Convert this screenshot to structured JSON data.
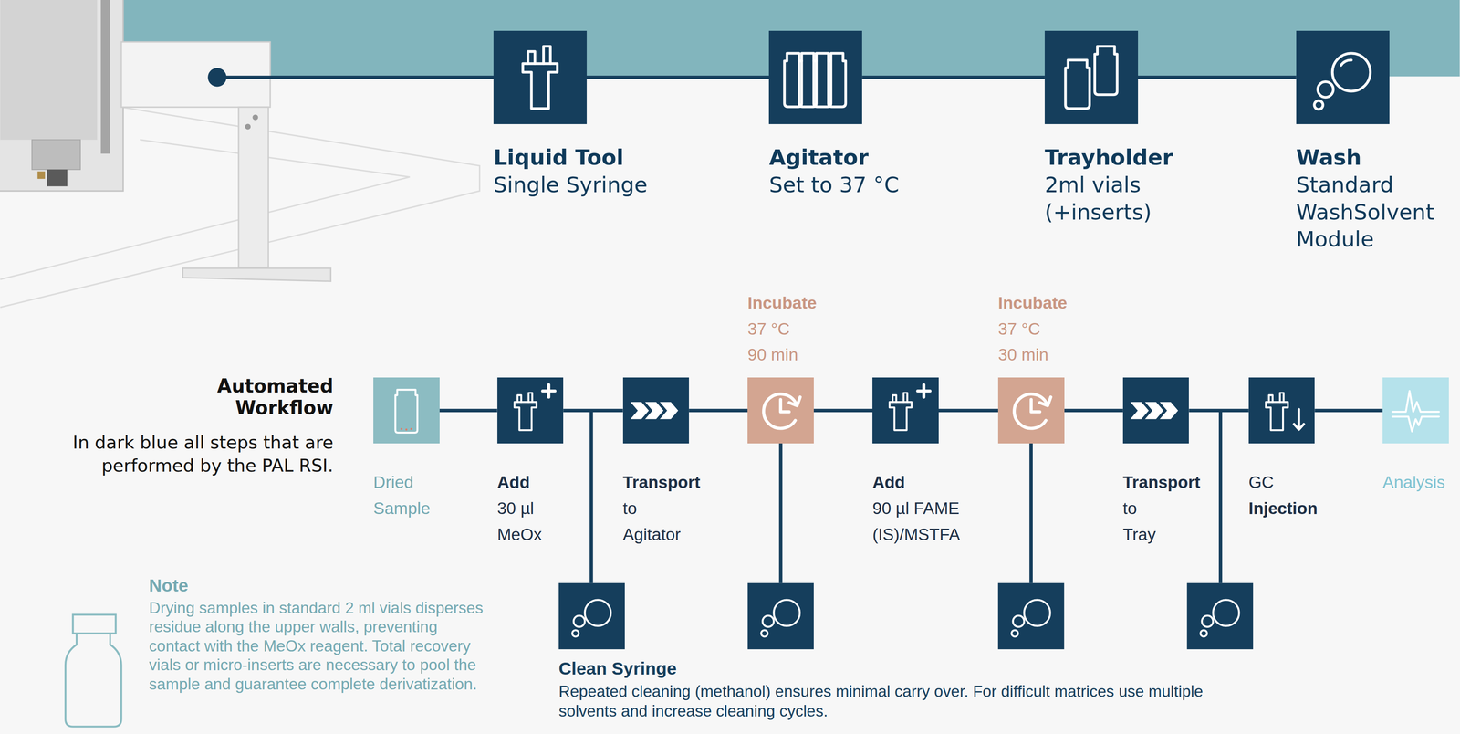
{
  "diagram": {
    "nodes": [
      {
        "text": [
          "Liquid Tool",
          "Single Syringe"
        ]
      },
      {
        "text": [
          "Agitator",
          "Set to 37 °C"
        ]
      },
      {
        "text": [
          "Trayholder",
          "2ml vials (+inserts)"
        ]
      },
      {
        "text": [
          "Wash",
          "Standard WashSolvent Module"
        ]
      },
      {
        "text": [
          "Dried Sample"
        ]
      },
      {
        "text": [
          "Add",
          "30 µl MeOx"
        ]
      },
      {
        "text": [
          "Transport",
          "to Agitator"
        ]
      },
      {
        "text": [
          "Incubate",
          "37 °C 90 min"
        ]
      },
      {
        "text": [
          "Add",
          "90 µl FAME (IS)/MSTFA"
        ]
      },
      {
        "text": [
          "Incubate",
          "37 °C 30 min"
        ]
      },
      {
        "text": [
          "Transport",
          "to Tray"
        ]
      },
      {
        "text": [
          "GC",
          "Injection"
        ]
      },
      {
        "text": [
          "Analysis"
        ]
      }
    ],
    "edges": [
      {
        "from": 0,
        "to": 1,
        "arrow": "none"
      },
      {
        "from": 1,
        "to": 2,
        "arrow": "none"
      },
      {
        "from": 2,
        "to": 3,
        "arrow": "none"
      },
      {
        "from": 4,
        "to": 5,
        "arrow": "none"
      },
      {
        "from": 5,
        "to": 6,
        "arrow": "none"
      },
      {
        "from": 6,
        "to": 7,
        "arrow": "none"
      },
      {
        "from": 7,
        "to": 8,
        "arrow": "none"
      },
      {
        "from": 8,
        "to": 9,
        "arrow": "none"
      },
      {
        "from": 9,
        "to": 10,
        "arrow": "none"
      },
      {
        "from": 10,
        "to": 11,
        "arrow": "none"
      },
      {
        "from": 11,
        "to": 12,
        "arrow": "none"
      }
    ],
    "labels": [
      "Automated Workflow",
      "In dark blue all steps that are performed by the PAL RSI.",
      "Note",
      "Drying samples in standard 2 ml vials disperses residue along the upper walls, preventing contact with the MeOx reagent. Total recovery vials or micro-inserts are necessary to pool the sample and guarantee complete derivatization.",
      "Clean Syringe",
      "Repeated cleaning (methanol) ensures minimal carry over. For difficult matrices use multiple solvents and increase cleaning cycles."
    ]
  }
}
